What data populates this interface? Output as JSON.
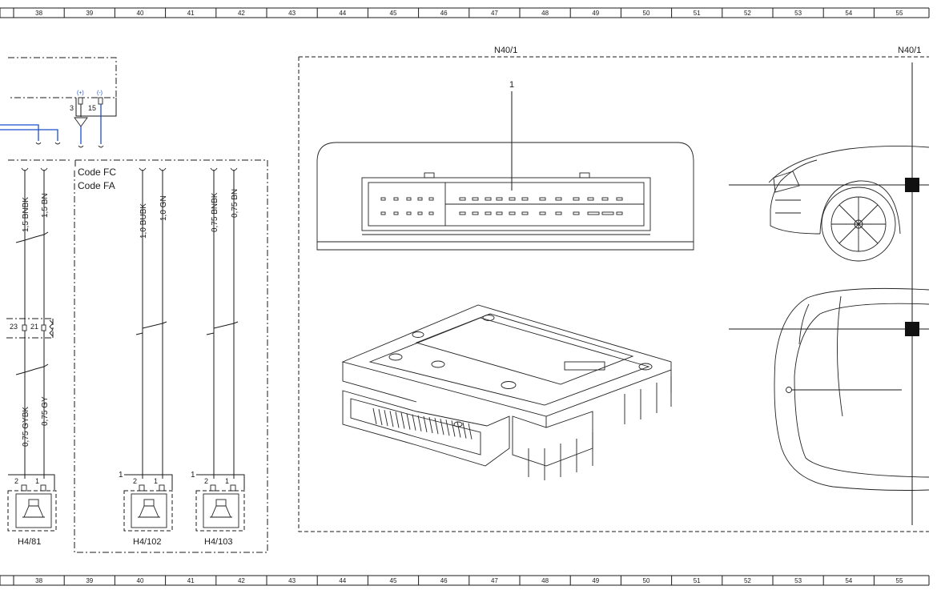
{
  "ruler": {
    "columns": [
      "38",
      "39",
      "40",
      "41",
      "42",
      "43",
      "44",
      "45",
      "46",
      "47",
      "48",
      "49",
      "50",
      "51",
      "52",
      "53",
      "54",
      "55"
    ]
  },
  "codes": {
    "line1": "Code FC",
    "line2": "Code FA"
  },
  "top_connector": {
    "pins": [
      "3",
      "15"
    ],
    "signs": [
      "(+)",
      "(-)"
    ]
  },
  "h4_81": {
    "label": "H4/81",
    "wires": [
      "1,5 BNBK",
      "1,5 BN",
      "0,75 GYBK",
      "0,75 GY"
    ],
    "pins": [
      "2",
      "1"
    ],
    "junction_pins": [
      "23",
      "21"
    ]
  },
  "h4_102": {
    "label": "H4/102",
    "ref": "1",
    "wires": [
      "1,0 BUBK",
      "1,0 GN"
    ],
    "pins": [
      "2",
      "1"
    ]
  },
  "h4_103": {
    "label": "H4/103",
    "ref": "1",
    "wires": [
      "0,75 BNBK",
      "0,75 BN"
    ],
    "pins": [
      "2",
      "1"
    ]
  },
  "n40_box": {
    "label": "N40/1",
    "label_right": "N40/1",
    "callout": "1"
  },
  "colors": {
    "line": "#1a1a1a",
    "wire_blue": "#1b4fd1",
    "background": "#ffffff"
  },
  "icons": [
    "speaker-icon",
    "chassis-ground-icon",
    "control-unit-drawing",
    "vehicle-side-view",
    "vehicle-top-view",
    "locator-marker-icon"
  ]
}
